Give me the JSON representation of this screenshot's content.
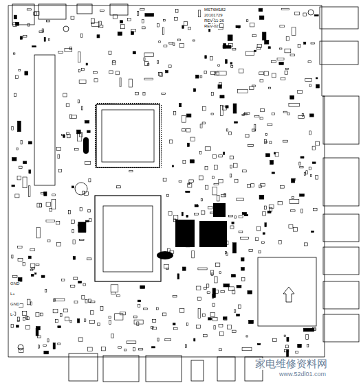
{
  "diagram": {
    "labels": [
      "MST6M182",
      "20101729",
      "REV-11-26",
      "REV-02",
      "GND",
      "L+",
      "GND",
      "L-",
      "家电维修资料网",
      "www.52dl01.com"
    ]
  }
}
